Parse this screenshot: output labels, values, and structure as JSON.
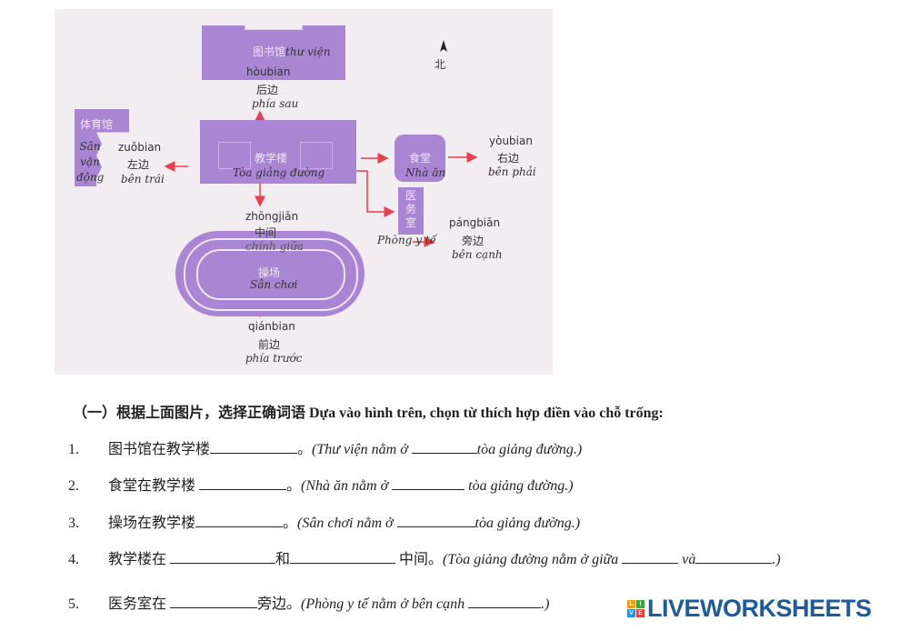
{
  "map": {
    "north_label": "北",
    "library": {
      "zh": "图书馆",
      "vi": "thư viện"
    },
    "back": {
      "pinyin": "hòubian",
      "zh": "后边",
      "vi": "phía sau"
    },
    "gym": {
      "zh": "体育馆",
      "vi": "Sân vận động"
    },
    "left": {
      "pinyin": "zuǒbian",
      "zh": "左边",
      "vi": "bên trái"
    },
    "teaching": {
      "zh": "教学楼",
      "vi": "Tòa giảng đường"
    },
    "canteen": {
      "zh": "食堂",
      "vi": "Nhà ăn"
    },
    "right": {
      "pinyin": "yòubian",
      "zh": "右边",
      "vi": "bên phải"
    },
    "clinic": {
      "zh": "医务室",
      "vi": "Phòng y tế"
    },
    "beside": {
      "pinyin": "pángbiān",
      "zh": "旁边",
      "vi": "bên cạnh"
    },
    "middle": {
      "pinyin": "zhōngjiān",
      "zh": "中间",
      "vi": "chính giữa"
    },
    "playground": {
      "zh": "操场",
      "vi": "Sân chơi"
    },
    "front": {
      "pinyin": "qiánbian",
      "zh": "前边",
      "vi": "phía trước"
    }
  },
  "exercise": {
    "heading": "（一）根据上面图片，选择正确词语  Dựa vào hình trên, chọn từ thích hợp điền vào chỗ trống:",
    "items": [
      {
        "num": "1.",
        "zh_a": "图书馆在教学楼",
        "zh_b": "。",
        "vi_a": "(Thư viện nằm ở ",
        "vi_b": "tòa giảng đường.)"
      },
      {
        "num": "2.",
        "zh_a": "食堂在教学楼 ",
        "zh_b": "。",
        "vi_a": "(Nhà ăn nằm ở ",
        "vi_b": " tòa giảng đường.)"
      },
      {
        "num": "3.",
        "zh_a": "操场在教学楼",
        "zh_b": "。",
        "vi_a": "(Sân chơi nằm ở ",
        "vi_b": "tòa giảng đường.)"
      },
      {
        "num": "4.",
        "zh_a": "教学楼在 ",
        "zh_mid": "和",
        "zh_b": " 中间。",
        "vi_a": "(Tòa giảng đường nằm ở giữa ",
        "vi_mid": " và",
        "vi_b": ".)"
      },
      {
        "num": "5.",
        "zh_a": "医务室在 ",
        "zh_b": "旁边。",
        "vi_a": "(Phòng y tế nằm ở bên cạnh  ",
        "vi_b": ".)"
      }
    ]
  },
  "logo": {
    "text": "LIVEWORKSHEETS",
    "letters": [
      "L",
      "I",
      "V",
      "E"
    ]
  },
  "colors": {
    "building": "#a985d4",
    "arrow": "#e8404a",
    "logo": "#1e5b9c"
  }
}
